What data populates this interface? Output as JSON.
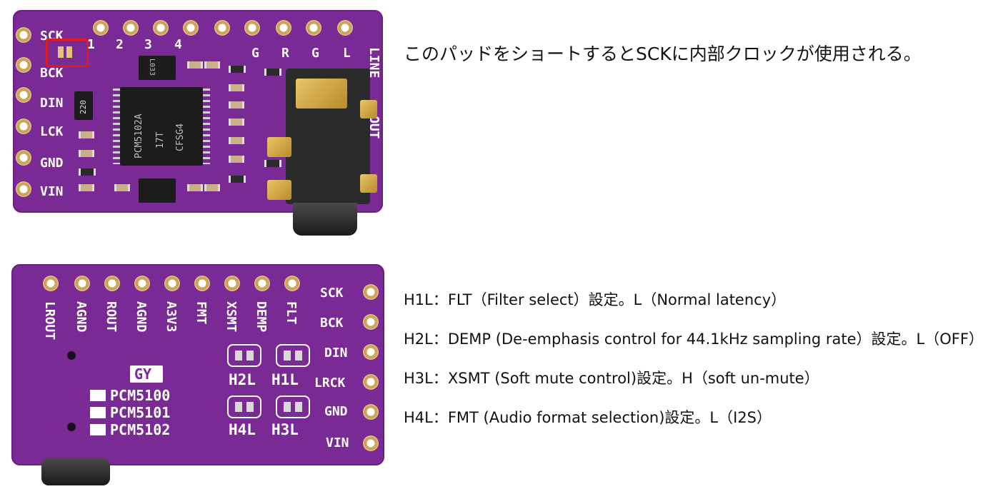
{
  "top_board": {
    "left_pins": [
      "SCK",
      "BCK",
      "DIN",
      "LCK",
      "GND",
      "VIN"
    ],
    "top_numbers": [
      "1",
      "2",
      "3",
      "4"
    ],
    "top_letters": [
      "G",
      "R",
      "G",
      "L"
    ],
    "side_labels": [
      "LINE",
      "OUT"
    ],
    "chip_text": [
      "PCM5102A",
      "17T",
      "CFSG4"
    ],
    "small_chip_texts": [
      "220",
      "L033"
    ]
  },
  "bottom_board": {
    "top_pins": [
      "LROUT",
      "AGND",
      "ROUT",
      "AGND",
      "A3V3",
      "FMT",
      "XSMT",
      "DEMP",
      "FLT"
    ],
    "right_pins": [
      "SCK",
      "BCK",
      "DIN",
      "LRCK",
      "GND",
      "VIN"
    ],
    "jumpers": [
      "H2L",
      "H1L",
      "H4L",
      "H3L"
    ],
    "logo": "GY",
    "variants": [
      "PCM5100",
      "PCM5101",
      "PCM5102"
    ]
  },
  "notes": {
    "top": "このパッドをショートするとSCKに内部クロックが使用される。",
    "specs": [
      "H1L：FLT（Filter select）設定。L（Normal latency）",
      "H2L：DEMP (De-emphasis control for 44.1kHz sampling rate）設定。L（OFF）",
      "H3L：XSMT (Soft mute control)設定。H（soft un-mute）",
      "H4L：FMT (Audio format selection)設定。L（I2S）"
    ]
  },
  "colors": {
    "pcb": "#7a2a95",
    "highlight": "#e01919",
    "silkscreen": "#ffffff"
  }
}
